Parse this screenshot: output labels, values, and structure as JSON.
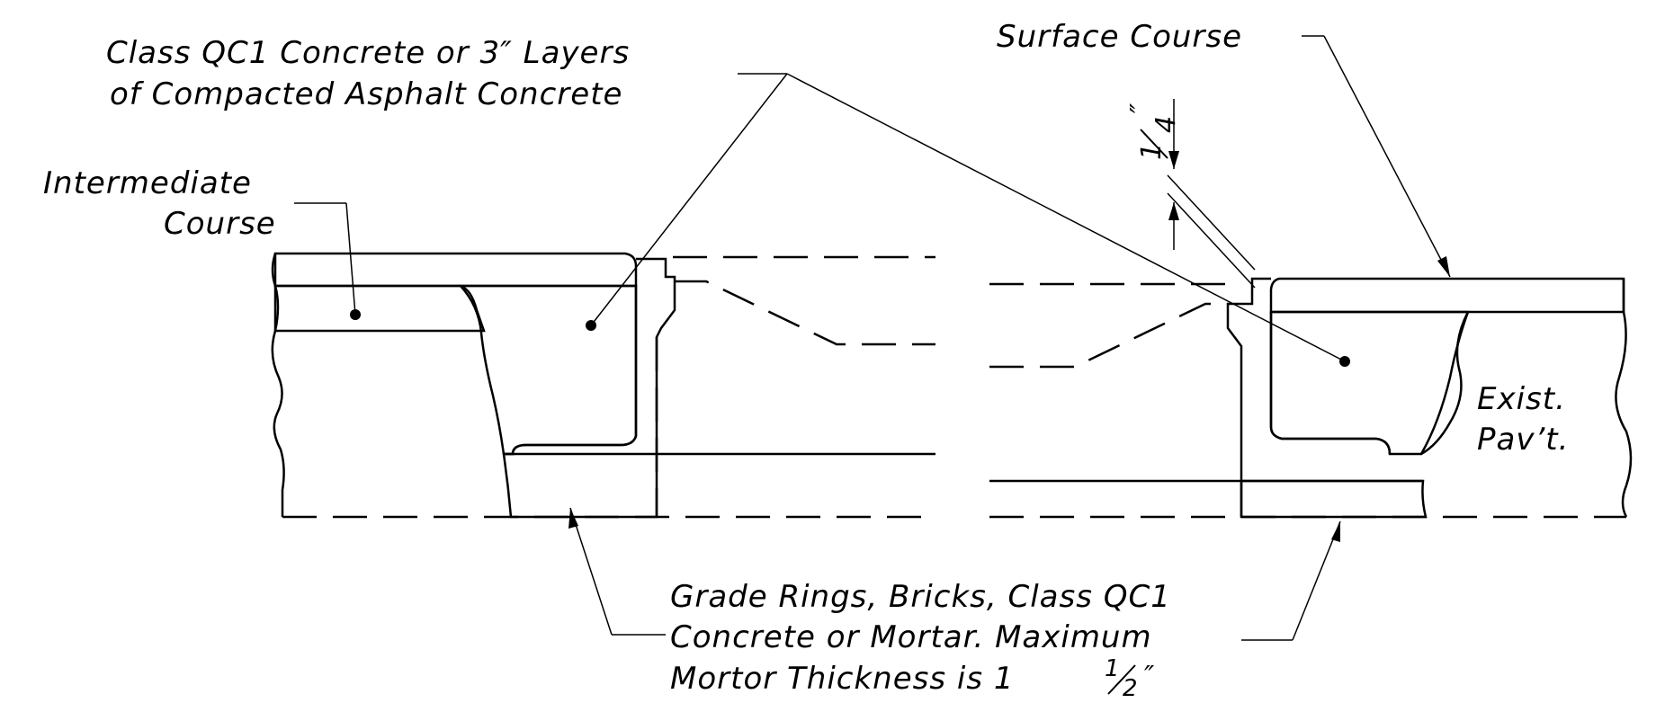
{
  "labels": {
    "class_qc1_line1": "Class QC1 Concrete or 3″ Layers",
    "class_qc1_line2": "of Compacted Asphalt Concrete",
    "surface_course": "Surface Course",
    "intermediate_line1": "Intermediate",
    "intermediate_line2": "Course",
    "exist_line1": "Exist.",
    "exist_line2": "Pav’t.",
    "grade_line1": "Grade Rings, Bricks, Class QC1",
    "grade_line2": "Concrete or Mortar. Maximum",
    "grade_line3_main": "Mortor Thickness is 1",
    "grade_frac_num": "1",
    "grade_frac_den": "2",
    "grade_frac_inch": "″",
    "dim_num": "1",
    "dim_den": "4",
    "dim_inch": "″"
  }
}
